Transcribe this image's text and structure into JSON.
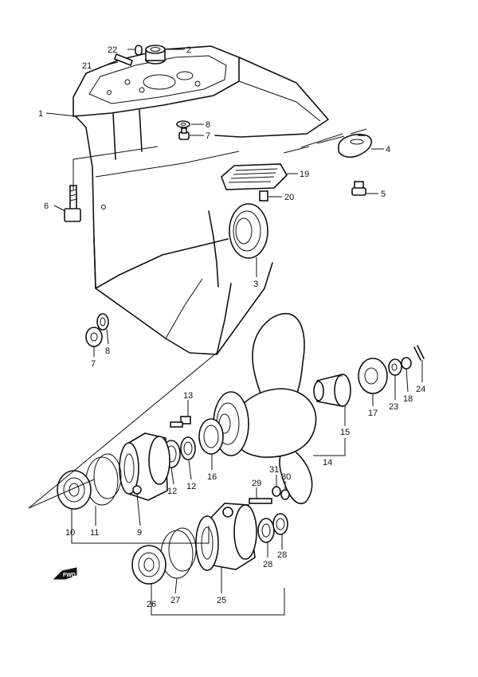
{
  "diagram": {
    "callouts": {
      "c1": "1",
      "c2": "2",
      "c3": "3",
      "c4": "4",
      "c5": "5",
      "c6": "6",
      "c7a": "7",
      "c7b": "7",
      "c8a": "8",
      "c8b": "8",
      "c9": "9",
      "c10": "10",
      "c11": "11",
      "c12a": "12",
      "c12b": "12",
      "c13": "13",
      "c14": "14",
      "c15": "15",
      "c16": "16",
      "c17": "17",
      "c18": "18",
      "c19": "19",
      "c20": "20",
      "c21": "21",
      "c22": "22",
      "c23": "23",
      "c24": "24",
      "c25": "25",
      "c26": "26",
      "c27": "27",
      "c28a": "28",
      "c28b": "28",
      "c29": "29",
      "c30": "30",
      "c31": "31"
    },
    "fwd_label": "FWD"
  }
}
